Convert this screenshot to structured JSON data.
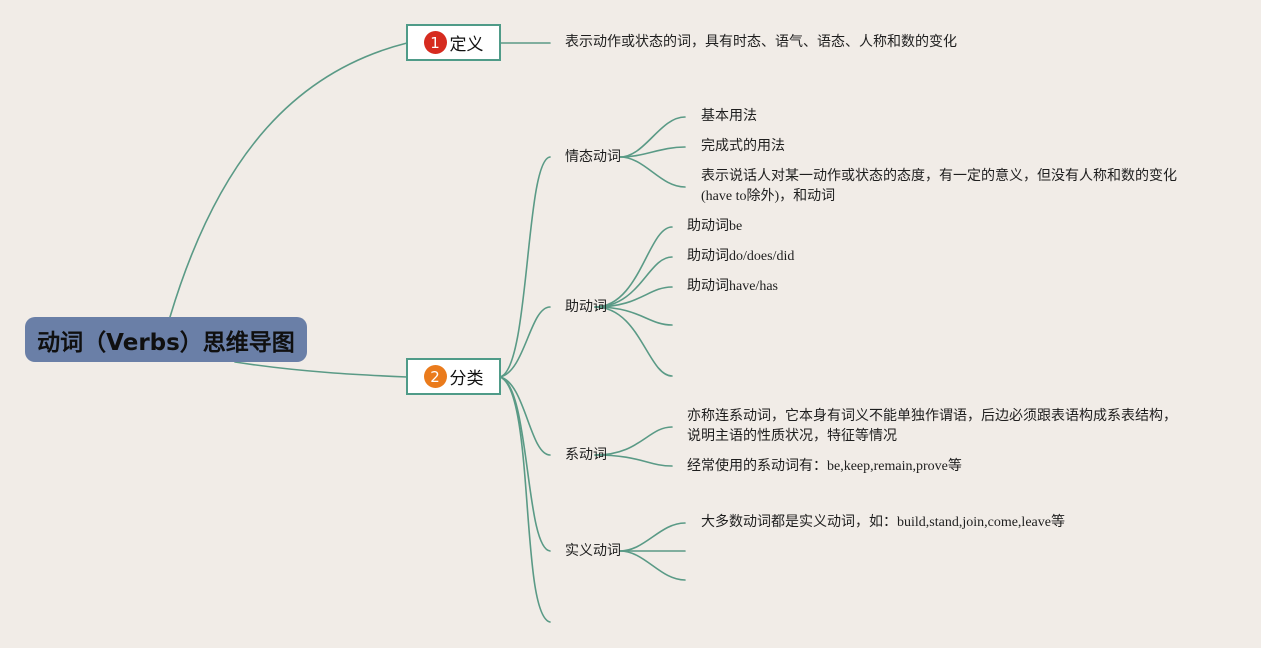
{
  "root": {
    "title": "动词（Verbs）思维导图"
  },
  "topics": [
    {
      "number": "1",
      "label": "定义",
      "color": "#d62b1f"
    },
    {
      "number": "2",
      "label": "分类",
      "color": "#ea7b1c"
    }
  ],
  "definition": {
    "text": "表示动作或状态的词，具有时态、语气、语态、人称和数的变化"
  },
  "categories": {
    "modal": {
      "label": "情态动词",
      "items": [
        "基本用法",
        "完成式的用法",
        "表示说话人对某一动作或状态的态度，有一定的意义，但没有人称和数的变化",
        "(have to除外)，和动词"
      ]
    },
    "auxiliary": {
      "label": "助动词",
      "items": [
        "助动词be",
        "助动词do/does/did",
        "助动词have/has"
      ]
    },
    "linking": {
      "label": "系动词",
      "items": [
        "亦称连系动词，它本身有词义不能单独作谓语，后边必须跟表语构成系表结构，",
        "说明主语的性质状况，特征等情况",
        "经常使用的系动词有：be,keep,remain,prove等"
      ]
    },
    "notional": {
      "label": "实义动词",
      "items": [
        "大多数动词都是实义动词，如：build,stand,join,come,leave等"
      ]
    }
  },
  "colors": {
    "line": "#5a9a86",
    "root_bg": "#6a7fa7",
    "background": "#f1ece7"
  }
}
